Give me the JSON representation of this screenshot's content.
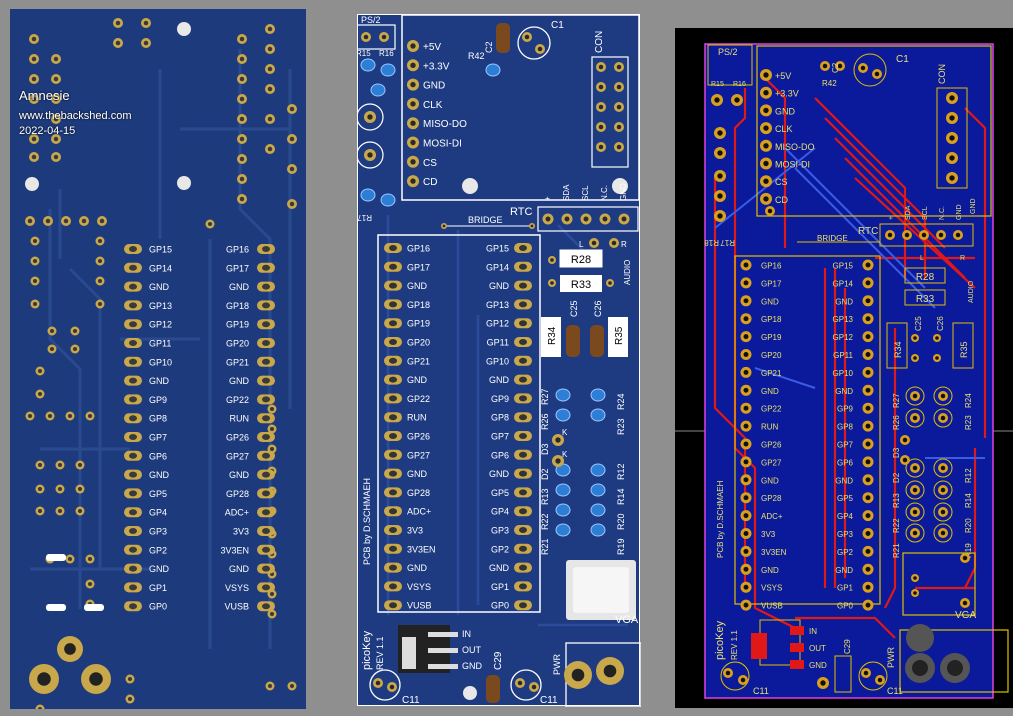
{
  "watermark": {
    "title": "Amnesie",
    "site": "www.thebackshed.com",
    "date": "2022-04-15"
  },
  "left_pins": [
    "GP16",
    "GP17",
    "GND",
    "GP18",
    "GP19",
    "GP20",
    "GP21",
    "GND",
    "GP22",
    "RUN",
    "GP26",
    "GP27",
    "GND",
    "GP28",
    "ADC+",
    "3V3",
    "3V3EN",
    "GND",
    "VSYS",
    "VUSB"
  ],
  "right_pins": [
    "GP15",
    "GP14",
    "GND",
    "GP13",
    "GP12",
    "GP11",
    "GP10",
    "GND",
    "GP9",
    "GP8",
    "GP7",
    "GP6",
    "GND",
    "GP5",
    "GP4",
    "GP3",
    "GP2",
    "GND",
    "GP1",
    "GP0"
  ],
  "sd_pins": [
    "+5V",
    "+3.3V",
    "GND",
    "CLK",
    "MISO-DO",
    "MOSI-DI",
    "CS",
    "CD"
  ],
  "rtc_pins": [
    "+",
    "SDA",
    "SCL",
    "N.C.",
    "GND"
  ],
  "regulator_pins": [
    "IN",
    "OUT",
    "GND"
  ],
  "labels": {
    "ps2": "PS/2",
    "con": "CON",
    "bridge": "BRIDGE",
    "rtc": "RTC",
    "audio": "AUDIO",
    "lr": [
      "L",
      "R"
    ],
    "vga": "VGA",
    "pwr": "PWR",
    "credit": "PCB by D.SCHMAEH",
    "product": "picoKey",
    "rev": "REV 1.1",
    "caps": [
      "C1",
      "C2",
      "C11",
      "C25",
      "C26",
      "C29"
    ],
    "resistors": [
      "R15",
      "R16",
      "R17",
      "R18",
      "R42",
      "R28",
      "R33",
      "R34",
      "R35",
      "R27",
      "R24",
      "R26",
      "R23",
      "R13",
      "R14",
      "R12",
      "R22",
      "R20",
      "R21",
      "R19"
    ],
    "diodes": [
      "D2",
      "D3",
      "K",
      "K"
    ]
  }
}
